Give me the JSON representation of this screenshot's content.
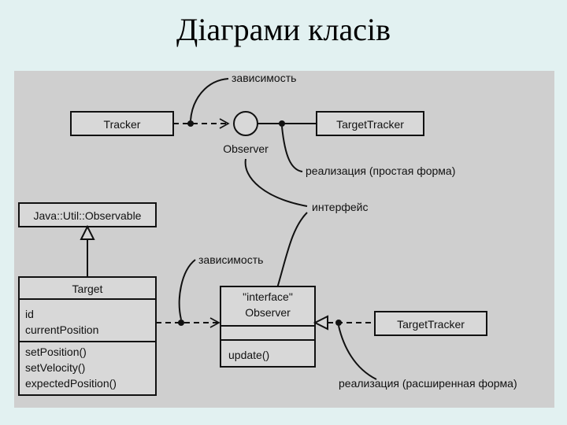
{
  "title": "Діаграми класів",
  "diagram": {
    "top": {
      "tracker": "Tracker",
      "observer": "Observer",
      "target_tracker": "TargetTracker",
      "dependency_note": "зависимость",
      "realization_note": "реализация (простая форма)"
    },
    "interface_note": "интерфейс",
    "observable": "Java::Util::Observable",
    "target": {
      "name": "Target",
      "attributes": [
        "id",
        "currentPosition"
      ],
      "operations": [
        "setPosition()",
        "setVelocity()",
        "expectedPosition()"
      ]
    },
    "bottom": {
      "dependency_note": "зависимость",
      "stereotype": "\"interface\"",
      "observer": "Observer",
      "operation": "update()",
      "target_tracker": "TargetTracker",
      "realization_note": "реализация (расширенная форма)"
    }
  }
}
